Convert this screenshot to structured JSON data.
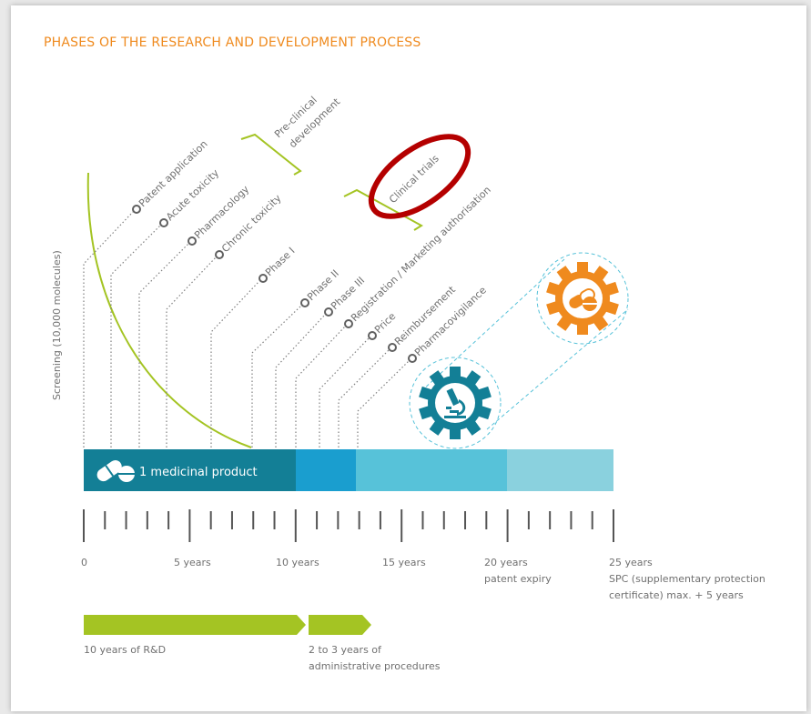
{
  "title": "PHASES OF THE RESEARCH AND DEVELOPMENT PROCESS",
  "screening_label": "Screening (10,000 molecules)",
  "group_labels": {
    "preclinical_line1": "Pre-clinical",
    "preclinical_line2": "development",
    "clinical": "Clinical trials"
  },
  "milestones": [
    {
      "label": "Patent application"
    },
    {
      "label": "Acute toxicity"
    },
    {
      "label": "Pharmacology"
    },
    {
      "label": "Chronic toxicity"
    },
    {
      "label": "Phase I"
    },
    {
      "label": "Phase II"
    },
    {
      "label": "Phase III"
    },
    {
      "label": "Registration / Marketing authorisation"
    },
    {
      "label": "Price"
    },
    {
      "label": "Reimbursement"
    },
    {
      "label": "Pharmacovigilance"
    }
  ],
  "product_label": "1 medicinal product",
  "axis": {
    "ticks": [
      {
        "label": "0"
      },
      {
        "label": "5 years"
      },
      {
        "label": "10 years"
      },
      {
        "label": "15 years"
      },
      {
        "label": "20 years",
        "sub": "patent expiry"
      },
      {
        "label": "25 years",
        "sub": "SPC (supplementary protection",
        "sub2": "certificate) max. + 5 years"
      }
    ]
  },
  "arrows": [
    {
      "label": "10 years of R&D"
    },
    {
      "label": "2 to 3 years of",
      "label2": "administrative procedures"
    }
  ],
  "colors": {
    "title": "#ef8a1e",
    "green": "#a4c423",
    "bar_dark": "#137f96",
    "bar_mid": "#1a9ecf",
    "bar_light": "#57c2d9",
    "bar_pale": "#8ad1de",
    "gear_teal": "#137f96",
    "gear_orange": "#ef8a1e",
    "highlight_ring": "#b40000",
    "text": "#707070"
  }
}
